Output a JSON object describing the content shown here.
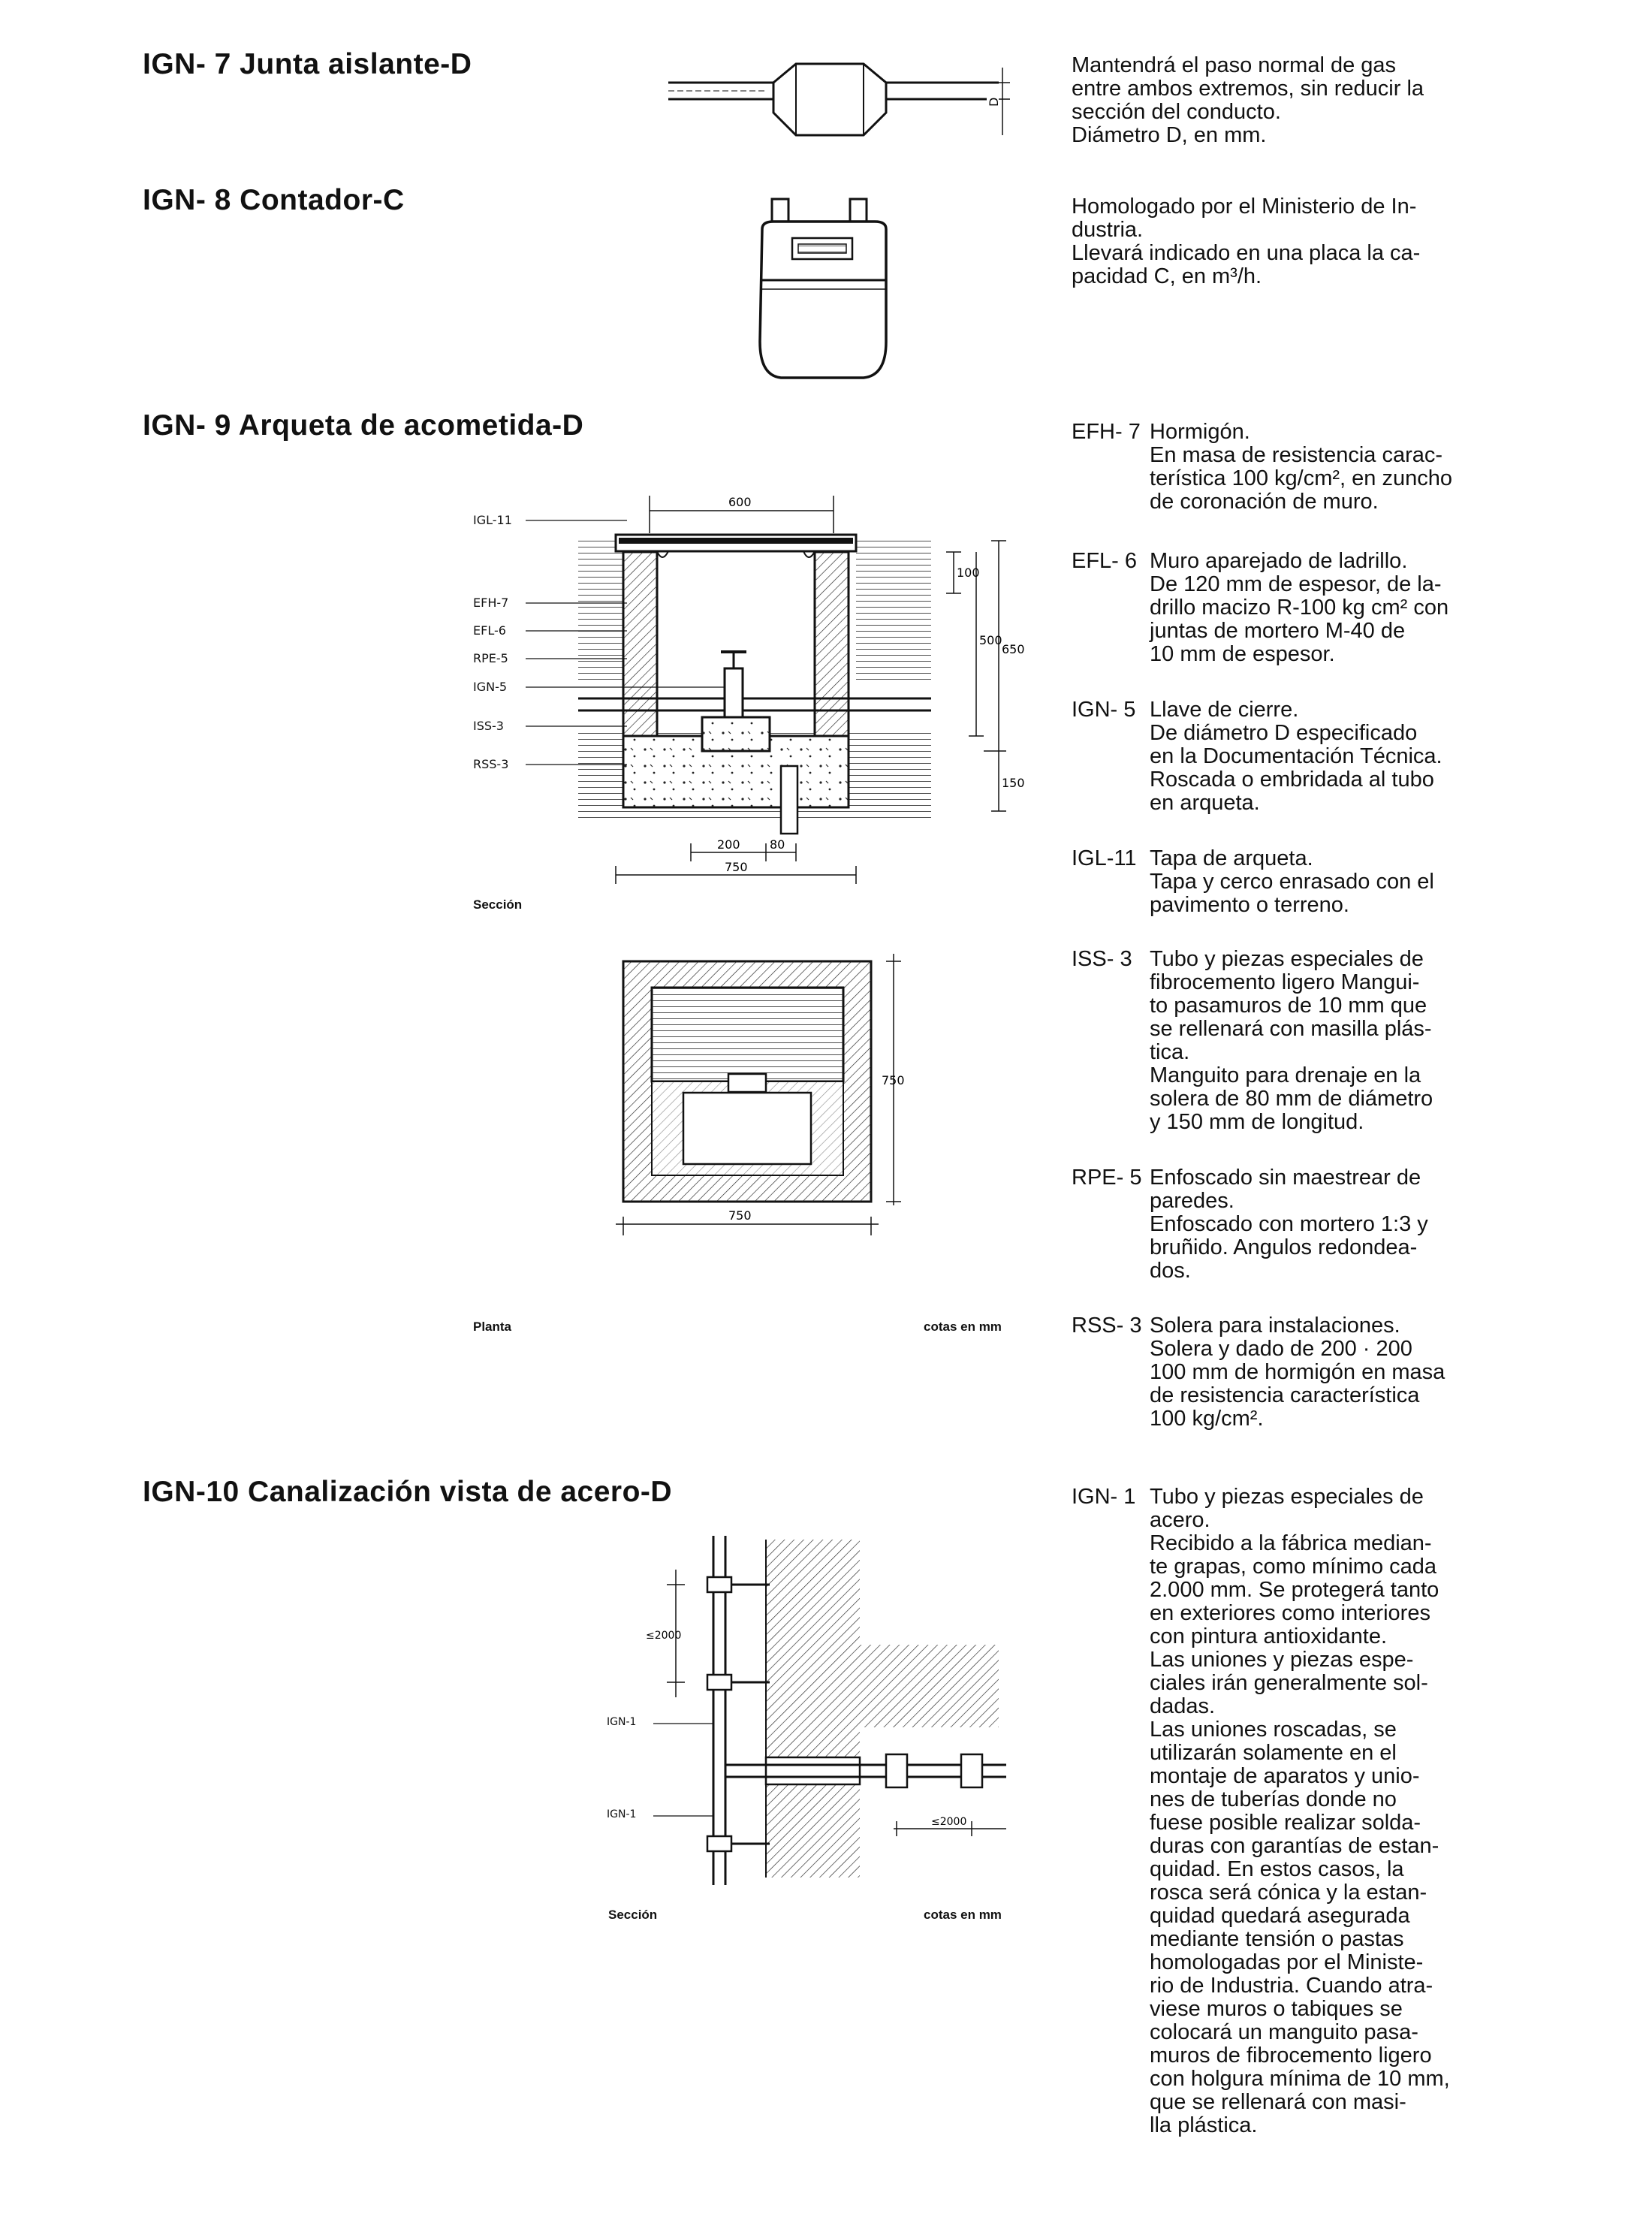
{
  "sections": [
    {
      "title": "IGN- 7 Junta aislante-D",
      "description": "Mantendrá el paso normal de gas\nentre ambos extremos, sin reducir la\nsección del conducto.\nDiámetro D, en mm.",
      "drawing_labels": [
        "D"
      ]
    },
    {
      "title": "IGN- 8 Contador-C",
      "description": "Homologado por el Ministerio de In-\ndustria.\nLlevará indicado en una placa la ca-\npacidad C, en m³/h."
    },
    {
      "title": "IGN- 9 Arqueta de acometida-D",
      "section_view": {
        "caption": "Sección",
        "labels": [
          "IGL-11",
          "EFH-7",
          "EFL-6",
          "RPE-5",
          "IGN-5",
          "ISS-3",
          "RSS-3"
        ],
        "dims": [
          "600",
          "100",
          "500",
          "650",
          "150",
          "200",
          "80",
          "750"
        ]
      },
      "plan_view": {
        "caption": "Planta",
        "dims": [
          "750",
          "750"
        ],
        "note": "cotas en mm"
      },
      "specs": [
        {
          "code": "EFH- 7",
          "text": "Hormigón.\nEn masa de resistencia carac-\nterística 100 kg/cm², en zuncho\nde coronación de muro."
        },
        {
          "code": "EFL- 6",
          "text": "Muro aparejado de ladrillo.\nDe 120 mm de espesor, de la-\ndrillo macizo R-100 kg cm² con\njuntas de mortero M-40 de\n10 mm de espesor."
        },
        {
          "code": "IGN- 5",
          "text": "Llave de cierre.\nDe diámetro D especificado\nen la Documentación Técnica.\nRoscada o embridada al tubo\nen arqueta."
        },
        {
          "code": "IGL-11",
          "text": "Tapa de arqueta.\nTapa y cerco enrasado con el\npavimento o terreno."
        },
        {
          "code": "ISS- 3",
          "text": "Tubo y piezas especiales de\nfibrocemento ligero Mangui-\nto pasamuros de 10 mm que\nse rellenará con masilla plás-\ntica.\nManguito para drenaje en la\nsolera de 80 mm de diámetro\ny 150 mm de longitud."
        },
        {
          "code": "RPE- 5",
          "text": "Enfoscado sin maestrear de\nparedes.\nEnfoscado con mortero 1:3 y\nbruñido. Angulos redondea-\ndos."
        },
        {
          "code": "RSS- 3",
          "text": "Solera para instalaciones.\nSolera y dado de 200 · 200\n100 mm de hormigón en masa\nde resistencia característica\n100 kg/cm²."
        }
      ]
    },
    {
      "title": "IGN-10 Canalización vista de acero-D",
      "section_view": {
        "caption": "Sección",
        "labels": [
          "IGN-1",
          "IGN-1"
        ],
        "dims": [
          "≤2000",
          "≤2000"
        ],
        "note": "cotas en mm"
      },
      "specs": [
        {
          "code": "IGN- 1",
          "text": "Tubo y piezas especiales de\nacero.\nRecibido a la fábrica median-\nte grapas, como mínimo cada\n2.000 mm. Se protegerá tanto\nen exteriores como interiores\ncon pintura antioxidante.\nLas uniones y piezas espe-\nciales irán generalmente sol-\ndadas.\nLas uniones roscadas, se\nutilizarán solamente en el\nmontaje de aparatos y unio-\nnes de tuberías donde no\nfuese posible realizar solda-\nduras con garantías de estan-\nquidad. En estos casos, la\nrosca será cónica y la estan-\nquidad quedará asegurada\nmediante tensión o pastas\nhomologadas por el Ministe-\nrio de Industria. Cuando atra-\nviese muros o tabiques se\ncolocará un manguito pasa-\nmuros de fibrocemento ligero\ncon holgura mínima de 10 mm,\nque se rellenará con masi-\nlla plástica."
        }
      ]
    }
  ]
}
